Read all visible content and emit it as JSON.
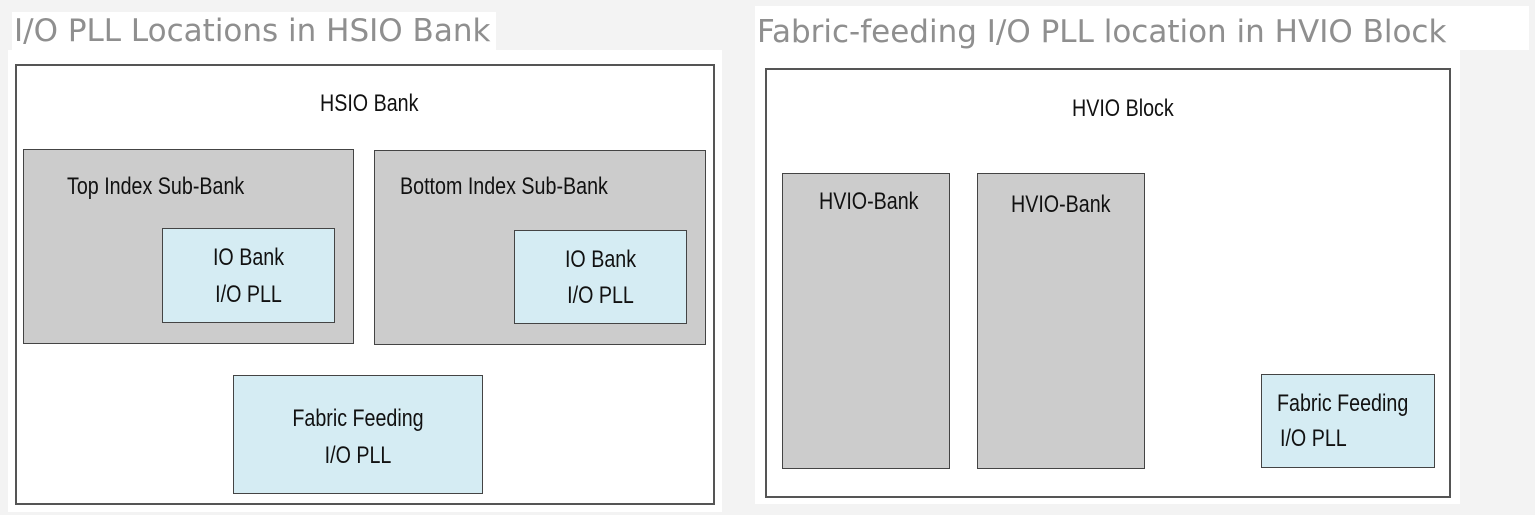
{
  "left_panel": {
    "title": "I/O PLL Locations in HSIO Bank",
    "bank_label": "HSIO Bank",
    "top_sub_bank": {
      "label": "Top Index Sub-Bank",
      "pll_line1": "IO Bank",
      "pll_line2": "I/O PLL"
    },
    "bottom_sub_bank": {
      "label": "Bottom Index Sub-Bank",
      "pll_line1": "IO Bank",
      "pll_line2": "I/O PLL"
    },
    "fabric_pll": {
      "line1": "Fabric Feeding",
      "line2": "I/O PLL"
    }
  },
  "right_panel": {
    "title": "Fabric-feeding I/O PLL location in HVIO Block",
    "block_label": "HVIO Block",
    "bank1_label": "HVIO-Bank",
    "bank2_label": "HVIO-Bank",
    "fabric_pll": {
      "line1": "Fabric Feeding",
      "line2": "I/O PLL"
    }
  },
  "colors": {
    "sub_bank_fill": "#cccccc",
    "pll_fill": "#d5ecf3",
    "title_text": "#8f8f8f"
  }
}
